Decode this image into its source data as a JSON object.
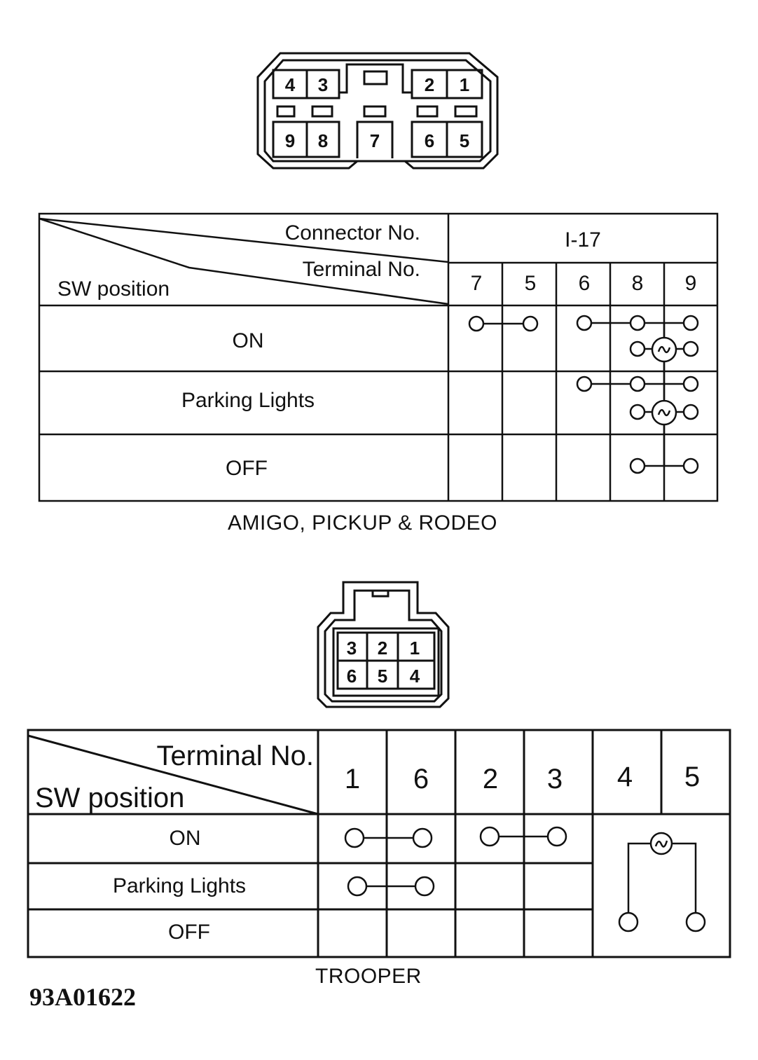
{
  "figure_id": "93A01622",
  "top": {
    "connector_pins": [
      "4",
      "3",
      "2",
      "1",
      "9",
      "8",
      "7",
      "6",
      "5"
    ],
    "header": {
      "connector_label": "Connector No.",
      "terminal_label": "Terminal No.",
      "sw_label": "SW position",
      "connector_id": "I-17"
    },
    "terminals": [
      "7",
      "5",
      "6",
      "8",
      "9"
    ],
    "rows": [
      "ON",
      "Parking Lights",
      "OFF"
    ],
    "caption": "AMIGO, PICKUP & RODEO"
  },
  "bottom": {
    "connector_pins": [
      "3",
      "2",
      "1",
      "6",
      "5",
      "4"
    ],
    "header": {
      "terminal_label": "Terminal No.",
      "sw_label": "SW position"
    },
    "terminals": [
      "1",
      "6",
      "2",
      "3",
      "4",
      "5"
    ],
    "rows": [
      "ON",
      "Parking Lights",
      "OFF"
    ],
    "caption": "TROOPER"
  },
  "colors": {
    "ink": "#111111",
    "paper": "#ffffff"
  }
}
